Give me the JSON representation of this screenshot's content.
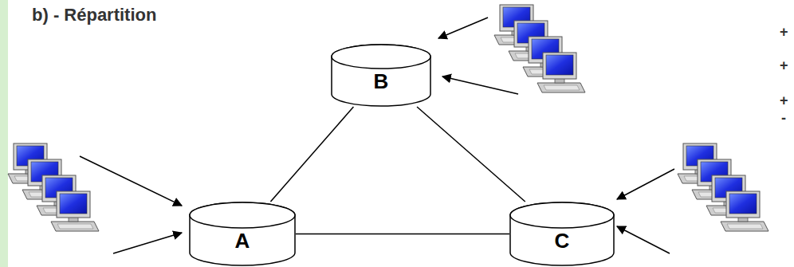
{
  "diagram": {
    "title": "b) - Répartition",
    "nodes": [
      {
        "text": [
          "B"
        ]
      },
      {
        "text": [
          "A"
        ]
      },
      {
        "text": [
          "C"
        ]
      }
    ],
    "edges": [
      {
        "from": 1,
        "to": 0,
        "arrow": "none"
      },
      {
        "from": 0,
        "to": 2,
        "arrow": "none"
      },
      {
        "from": 1,
        "to": 2,
        "arrow": "none"
      }
    ],
    "labels": [
      "+",
      "+",
      "+",
      "-"
    ]
  }
}
